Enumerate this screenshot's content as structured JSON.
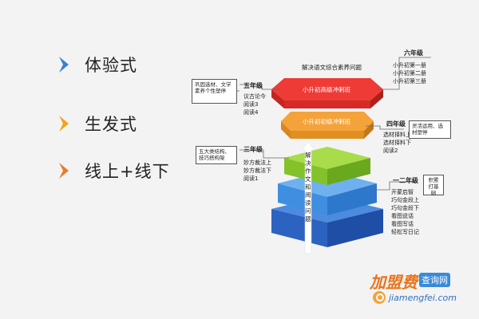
{
  "left_list": [
    {
      "label": "体验式",
      "color": "#3a7fd5"
    },
    {
      "label": "生发式",
      "color": "#f2a21c"
    },
    {
      "label": "线上+线下",
      "color": "#ec7a2a"
    }
  ],
  "pyramid": {
    "top_caption": "解决语文综合素养问题",
    "level_1": "小升初高级冲刺班",
    "level_2": "小升初初级冲刺班",
    "vertical_text": "解决作文和阅读问题"
  },
  "grades": {
    "grade6": {
      "title": "六年级",
      "items": [
        "小升初第一册",
        "小升初第二册",
        "小升初第三册"
      ]
    },
    "grade5": {
      "title": "五年级",
      "items": [
        "议古论今",
        "阅读3",
        "阅读4"
      ],
      "note": "巩固选材、文学素养个性塑停"
    },
    "grade4": {
      "title": "四年级",
      "items": [
        "选材择料上",
        "选材择料下",
        "阅读2"
      ],
      "note": "灵活运用、选材塑停"
    },
    "grade3": {
      "title": "三年级",
      "items": [
        "妙方裁法上",
        "妙方裁法下",
        "阅读1"
      ],
      "note": "五大类结构、技巧搭构架"
    },
    "grade12": {
      "title": "一二年级",
      "items": [
        "开蒙启智",
        "巧句金段上",
        "巧句金段下",
        "看图说话",
        "看图写话",
        "轻松写日记"
      ],
      "note": "积累打基础"
    }
  },
  "watermark": {
    "brand": "加盟费",
    "tag": "查询网",
    "url": "jiamengfei.com"
  }
}
